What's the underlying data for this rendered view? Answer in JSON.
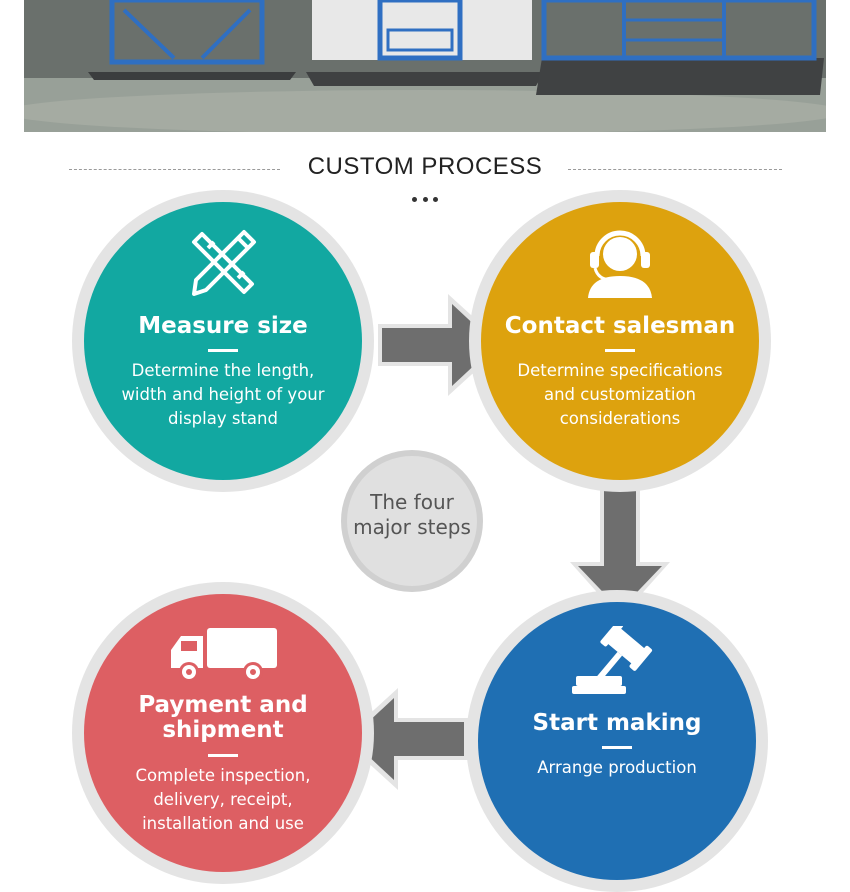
{
  "header": {
    "title": "CUSTOM PROCESS"
  },
  "center_label": "The four major steps",
  "steps": [
    {
      "title": "Measure size",
      "desc": "Determine the length, width and height of your display stand",
      "color": "#12a8a1",
      "icon": "ruler-pencil-icon"
    },
    {
      "title": "Contact salesman",
      "desc": "Determine specifications and customization considerations",
      "color": "#dda20e",
      "icon": "headset-support-icon"
    },
    {
      "title": "Start making",
      "desc": "Arrange production",
      "color": "#1f6fb3",
      "icon": "gavel-icon"
    },
    {
      "title": "Payment and shipment",
      "desc": "Complete inspection, delivery, receipt, installation and use",
      "color": "#dd5f63",
      "icon": "truck-icon"
    }
  ],
  "colors": {
    "arrow": "#6e6e6e",
    "ring": "#e4e4e4",
    "rule": "#9a9a9a"
  }
}
